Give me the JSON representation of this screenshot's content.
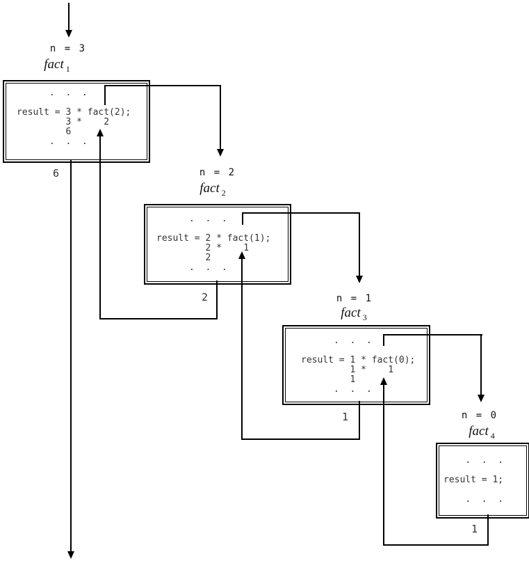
{
  "diagram": {
    "description": "Recursive factorial call trace",
    "colors": {
      "line": "#000000",
      "code_text": "#333333",
      "label_text": "#111111",
      "background": "#ffffff"
    },
    "frames": [
      {
        "n_label": "n = 3",
        "fn_name": "fact",
        "fn_sub": "1",
        "code": "      .  .  .\n\nresult = 3 * fact(2);\n         3 *    2\n         6\n      .  .  .",
        "return_value": "6"
      },
      {
        "n_label": "n = 2",
        "fn_name": "fact",
        "fn_sub": "2",
        "code": "      .  .  .\n\nresult = 2 * fact(1);\n         2 *    1\n         2\n      .  .  .",
        "return_value": "2"
      },
      {
        "n_label": "n = 1",
        "fn_name": "fact",
        "fn_sub": "3",
        "code": "      .  .  .\n\nresult = 1 * fact(0);\n         1 *    1\n         1\n      .  .  .",
        "return_value": "1"
      },
      {
        "n_label": "n = 0",
        "fn_name": "fact",
        "fn_sub": "4",
        "code": "    .  .  .\n\nresult = 1;\n\n    .  .  .",
        "return_value": "1"
      }
    ]
  }
}
